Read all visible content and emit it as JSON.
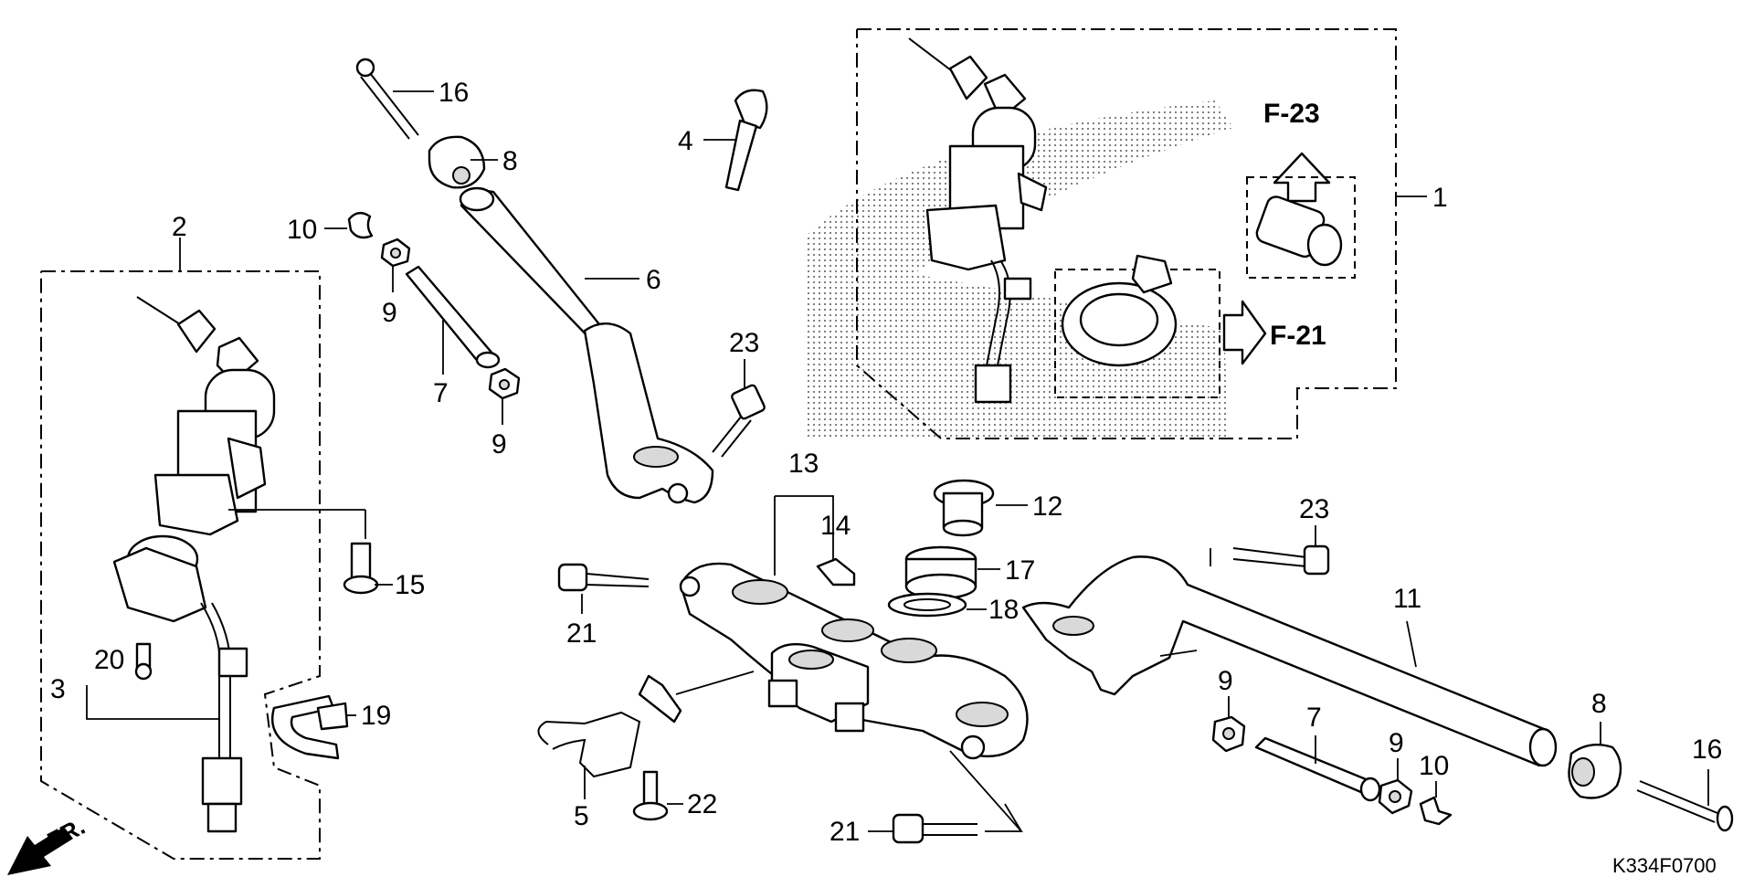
{
  "diagram": {
    "part_labels": {
      "p1": "1",
      "p2": "2",
      "p3": "3",
      "p4": "4",
      "p5": "5",
      "p6": "6",
      "p7a": "7",
      "p7b": "7",
      "p8a": "8",
      "p8b": "8",
      "p9a": "9",
      "p9b": "9",
      "p9c": "9",
      "p9d": "9",
      "p10a": "10",
      "p10b": "10",
      "p11": "11",
      "p12": "12",
      "p13": "13",
      "p14": "14",
      "p15": "15",
      "p16a": "16",
      "p16b": "16",
      "p17": "17",
      "p18": "18",
      "p19": "19",
      "p20": "20",
      "p21a": "21",
      "p21b": "21",
      "p22": "22",
      "p23a": "23",
      "p23b": "23"
    },
    "references": {
      "f23": "F-23",
      "f21": "F-21"
    },
    "direction_label": "FR.",
    "drawing_code": "K334F0700"
  }
}
